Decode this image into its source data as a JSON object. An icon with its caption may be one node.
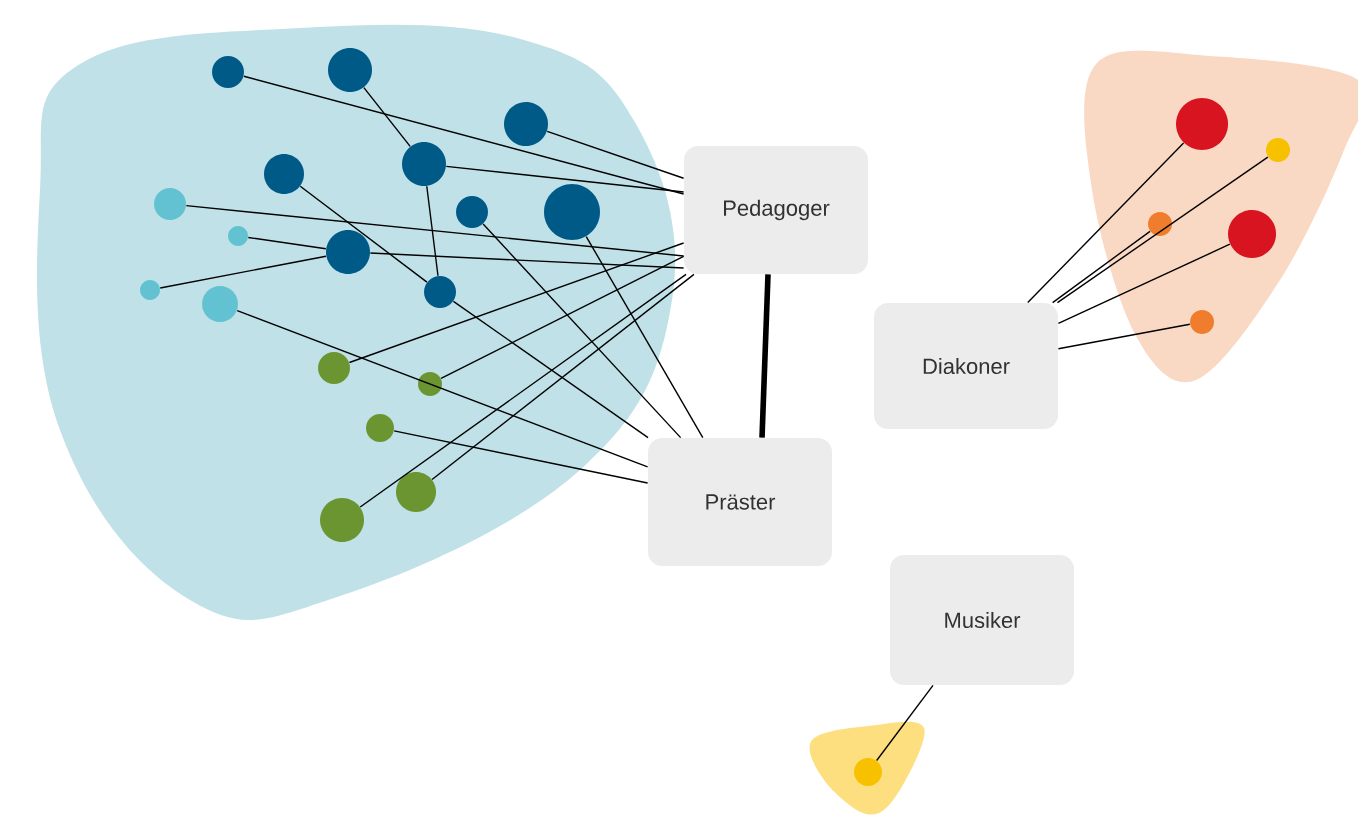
{
  "diagram": {
    "nodes": [
      {
        "text": [
          "Pedagoger"
        ]
      },
      {
        "text": [
          "Präster"
        ]
      },
      {
        "text": [
          "Diakoner"
        ]
      },
      {
        "text": [
          "Musiker"
        ]
      },
      {
        "text": [],
        "shape": "circle"
      },
      {
        "text": [],
        "shape": "circle"
      },
      {
        "text": [],
        "shape": "circle"
      },
      {
        "text": [],
        "shape": "circle"
      },
      {
        "text": [],
        "shape": "circle"
      },
      {
        "text": [],
        "shape": "circle"
      },
      {
        "text": [],
        "shape": "circle"
      },
      {
        "text": [],
        "shape": "circle"
      },
      {
        "text": [],
        "shape": "circle"
      },
      {
        "text": [],
        "shape": "circle"
      },
      {
        "text": [],
        "shape": "circle"
      },
      {
        "text": [],
        "shape": "circle"
      },
      {
        "text": [],
        "shape": "circle"
      },
      {
        "text": [],
        "shape": "circle"
      },
      {
        "text": [],
        "shape": "circle"
      },
      {
        "text": [],
        "shape": "circle"
      },
      {
        "text": [],
        "shape": "circle"
      },
      {
        "text": [],
        "shape": "circle"
      },
      {
        "text": [],
        "shape": "circle"
      },
      {
        "text": [],
        "shape": "circle"
      },
      {
        "text": [],
        "shape": "circle"
      },
      {
        "text": [],
        "shape": "circle"
      },
      {
        "text": [],
        "shape": "circle"
      },
      {
        "text": [],
        "shape": "circle"
      }
    ],
    "edges": [
      {
        "from": 0,
        "to": 1,
        "arrow": "none",
        "style": "thick"
      },
      {
        "from": 4,
        "to": 0,
        "arrow": "none"
      },
      {
        "from": 5,
        "to": 8,
        "arrow": "none"
      },
      {
        "from": 6,
        "to": 0,
        "arrow": "none"
      },
      {
        "from": 7,
        "to": 11,
        "arrow": "none"
      },
      {
        "from": 8,
        "to": 0,
        "arrow": "none"
      },
      {
        "from": 9,
        "to": 1,
        "arrow": "none"
      },
      {
        "from": 8,
        "to": 11,
        "arrow": "none"
      },
      {
        "from": 11,
        "to": 1,
        "arrow": "none"
      },
      {
        "from": 12,
        "to": 1,
        "arrow": "none"
      },
      {
        "from": 13,
        "to": 0,
        "arrow": "none"
      },
      {
        "from": 14,
        "to": 10,
        "arrow": "none"
      },
      {
        "from": 15,
        "to": 10,
        "arrow": "none"
      },
      {
        "from": 10,
        "to": 0,
        "arrow": "none"
      },
      {
        "from": 16,
        "to": 1,
        "arrow": "none"
      },
      {
        "from": 17,
        "to": 0,
        "arrow": "none"
      },
      {
        "from": 18,
        "to": 0,
        "arrow": "none"
      },
      {
        "from": 19,
        "to": 1,
        "arrow": "none"
      },
      {
        "from": 20,
        "to": 0,
        "arrow": "none"
      },
      {
        "from": 21,
        "to": 0,
        "arrow": "none"
      },
      {
        "from": 22,
        "to": 2,
        "arrow": "none"
      },
      {
        "from": 23,
        "to": 2,
        "arrow": "none"
      },
      {
        "from": 24,
        "to": 2,
        "arrow": "none"
      },
      {
        "from": 25,
        "to": 2,
        "arrow": "none"
      },
      {
        "from": 26,
        "to": 2,
        "arrow": "none"
      },
      {
        "from": 27,
        "to": 3,
        "arrow": "none"
      }
    ]
  }
}
